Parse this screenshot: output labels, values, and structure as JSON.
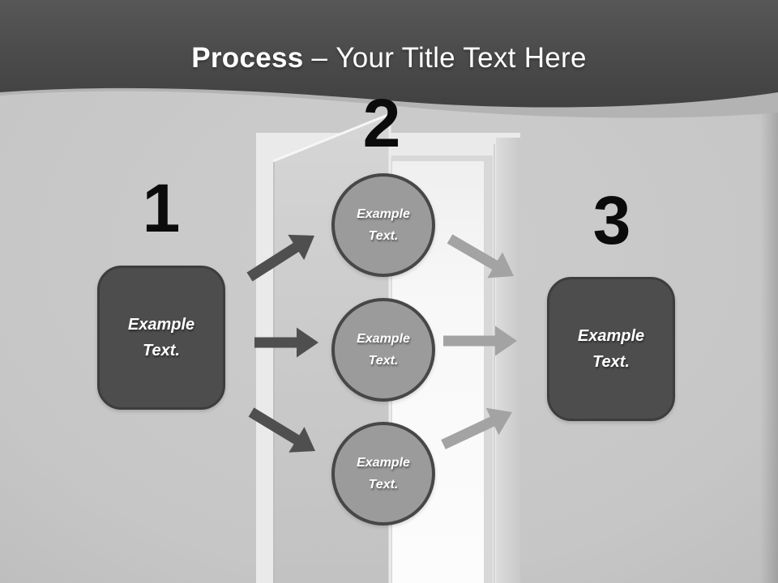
{
  "title": {
    "emphasis": "Process",
    "separator": "–",
    "rest": "Your Title Text Here"
  },
  "steps": [
    {
      "number": "1",
      "shape": "rounded-rectangle",
      "label": {
        "line1": "Example",
        "line2": "Text."
      }
    },
    {
      "number": "2",
      "shape": "circle-group",
      "circles": [
        {
          "line1": "Example",
          "line2": "Text."
        },
        {
          "line1": "Example",
          "line2": "Text."
        },
        {
          "line1": "Example",
          "line2": "Text."
        }
      ]
    },
    {
      "number": "3",
      "shape": "rounded-rectangle",
      "label": {
        "line1": "Example",
        "line2": "Text."
      }
    }
  ],
  "colors": {
    "header_dark": "#4a4a4a",
    "header_band": "#b3b3b3",
    "wall": "#c6c6c6",
    "door_frame": "#eaeaea",
    "door_opening": "#fbfbfb",
    "door_panel": "#cccccc",
    "box_fill": "#4d4d4d",
    "box_border": "#3d3d3d",
    "circle_fill": "#9b9b9b",
    "circle_border": "#474747",
    "arrow_dark": "#4f4f4f",
    "arrow_light": "#a3a3a3",
    "number_color": "#0b0b0b",
    "title_color": "#ffffff"
  }
}
